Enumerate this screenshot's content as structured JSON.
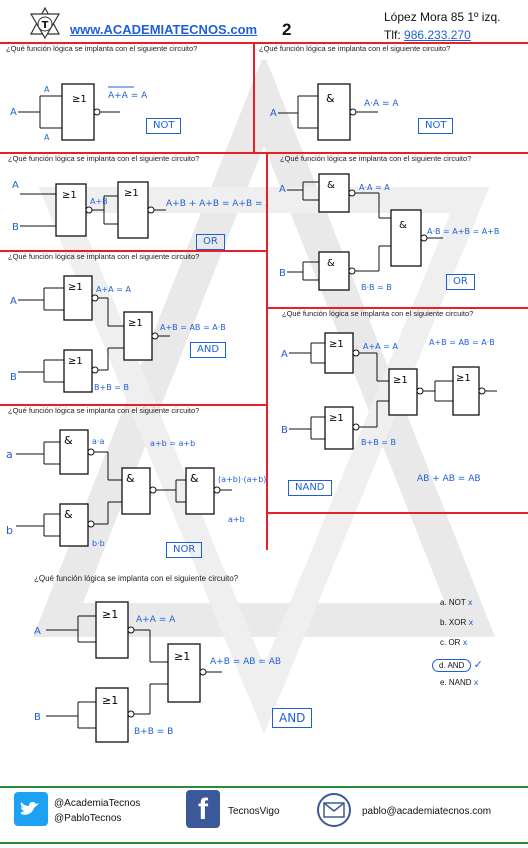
{
  "header": {
    "website": "www.ACADEMIATECNOS.com",
    "page_number": "2",
    "address": "López Mora 85 1º izq.",
    "phone_label": "Tlf:",
    "phone": "986.233.270",
    "logo_letter": "T"
  },
  "question_text": "¿Qué función lógica se implanta con el siguiente circuito?",
  "q1": {
    "input_a": "A",
    "gate": "≥1",
    "expr": "A+A = A",
    "answer": "NOT"
  },
  "q2": {
    "input_a": "A",
    "gate": "&",
    "expr": "A·A = A",
    "answer": "NOT"
  },
  "q3": {
    "input_a": "A",
    "input_b": "B",
    "gate1": "≥1",
    "gate2": "≥1",
    "mid": "A+B",
    "expr": "A+B + A+B = A+B = A+B",
    "answer": "OR"
  },
  "q4": {
    "input_a": "A",
    "input_b": "B",
    "gate1": "&",
    "gate2": "&",
    "gate3": "&",
    "top": "A·A = A",
    "bottom": "B·B = B",
    "expr": "A·B = A+B = A+B",
    "answer": "OR"
  },
  "q5": {
    "input_a": "A",
    "input_b": "B",
    "gate1": "≥1",
    "gate2": "≥1",
    "gate3": "≥1",
    "top": "A+A = A",
    "bottom": "B+B = B",
    "expr": "A+B = AB = A·B",
    "answer": "AND"
  },
  "q6": {
    "input_a": "A",
    "input_b": "B",
    "gate1": "≥1",
    "gate2": "≥1",
    "gate3": "≥1",
    "gate4": "≥1",
    "top": "A+A = A",
    "bottom": "B+B = B",
    "expr_top": "A+B = AB = A·B",
    "expr_bottom": "AB + AB = AB",
    "answer": "NAND"
  },
  "q7": {
    "input_a": "a",
    "input_b": "b",
    "gate": "&",
    "top": "a·a",
    "bottom": "b·b",
    "expr1": "a+b = a+b",
    "expr2": "(a+b)·(a+b)",
    "expr3": "a+b",
    "answer": "NOR"
  },
  "q8": {
    "input_a": "A",
    "input_b": "B",
    "gate": "≥1",
    "top": "A+A = A",
    "bottom": "B+B = B",
    "expr": "A+B = AB = AB",
    "answer": "AND",
    "options": [
      {
        "label": "a. NOT",
        "mark": "x"
      },
      {
        "label": "b. XOR",
        "mark": "x"
      },
      {
        "label": "c. OR",
        "mark": "x"
      },
      {
        "label": "d. AND",
        "mark": "✓"
      },
      {
        "label": "e. NAND",
        "mark": "x"
      }
    ]
  },
  "footer": {
    "twitter1": "@AcademiaTecnos",
    "twitter2": "@PabloTecnos",
    "facebook": "TecnosVigo",
    "email": "pablo@academiatecnos.com"
  },
  "colors": {
    "red": "#e5202a",
    "blue": "#1f5fd6",
    "green": "#2e8b3a",
    "twitter": "#1da1f2",
    "facebook": "#3b5998"
  }
}
